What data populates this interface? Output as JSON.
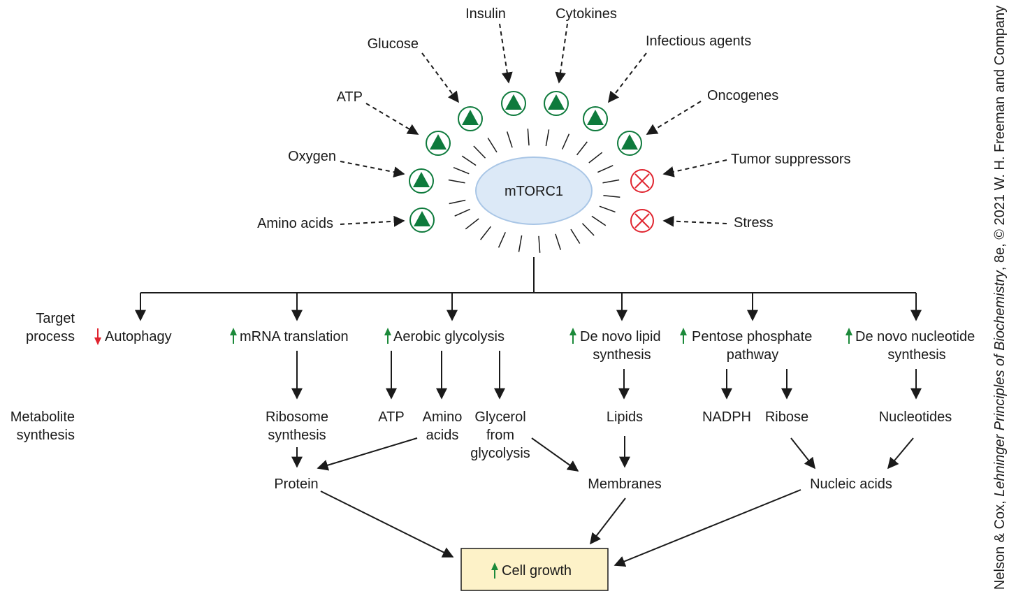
{
  "colors": {
    "activator": "#0e7a3c",
    "inhibitor": "#e0242f",
    "up_arrow": "#1c8a3a",
    "down_arrow": "#e0242f",
    "hub_fill": "#dce9f7",
    "hub_stroke": "#a9c6e6",
    "growth_box_fill": "#fdf2c8",
    "line": "#1a1a1a"
  },
  "hub": {
    "label": "mTORC1"
  },
  "inputs": {
    "activators": [
      "Amino acids",
      "Oxygen",
      "ATP",
      "Glucose",
      "Insulin",
      "Cytokines",
      "Infectious agents",
      "Oncogenes"
    ],
    "inhibitors": [
      "Tumor suppressors",
      "Stress"
    ]
  },
  "row_labels": {
    "target_process": [
      "Target",
      "process"
    ],
    "metabolite_synthesis": [
      "Metabolite",
      "synthesis"
    ]
  },
  "target_processes": [
    {
      "direction": "down",
      "lines": [
        "Autophagy"
      ]
    },
    {
      "direction": "up",
      "lines": [
        "mRNA translation"
      ]
    },
    {
      "direction": "up",
      "lines": [
        "Aerobic glycolysis"
      ]
    },
    {
      "direction": "up",
      "lines": [
        "De novo lipid",
        "synthesis"
      ]
    },
    {
      "direction": "up",
      "lines": [
        "Pentose phosphate",
        "pathway"
      ]
    },
    {
      "direction": "up",
      "lines": [
        "De novo nucleotide",
        "synthesis"
      ]
    }
  ],
  "metabolites": {
    "ribosome_synthesis": [
      "Ribosome",
      "synthesis"
    ],
    "atp": [
      "ATP"
    ],
    "amino_acids": [
      "Amino",
      "acids"
    ],
    "glycerol": [
      "Glycerol",
      "from",
      "glycolysis"
    ],
    "lipids": [
      "Lipids"
    ],
    "nadph": [
      "NADPH"
    ],
    "ribose": [
      "Ribose"
    ],
    "nucleotides": [
      "Nucleotides"
    ]
  },
  "products": {
    "protein": "Protein",
    "membranes": "Membranes",
    "nucleic_acids": "Nucleic acids"
  },
  "outcome": {
    "direction": "up",
    "label": "Cell growth"
  },
  "credit": {
    "prefix": "Nelson & Cox, ",
    "title": "Lehninger Principles of Biochemistry",
    "suffix": ", 8e, © 2021 W. H. Freeman and Company"
  }
}
